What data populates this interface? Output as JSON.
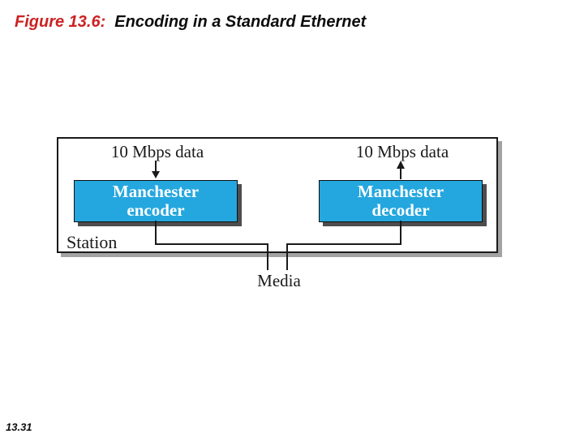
{
  "slide": {
    "figure_label": "Figure 13.6:",
    "figure_title": "Encoding in a Standard Ethernet",
    "page_number": "13.31"
  },
  "diagram": {
    "encoder_input_label": "10 Mbps data",
    "decoder_output_label": "10 Mbps data",
    "encoder": {
      "line1": "Manchester",
      "line2": "encoder"
    },
    "decoder": {
      "line1": "Manchester",
      "line2": "decoder"
    },
    "station_label": "Station",
    "media_label": "Media"
  },
  "colors": {
    "title_red": "#CC2222",
    "box_blue": "#24A7DE",
    "line_black": "#1A1A1A",
    "station_shadow_gray": "#A3A3A3",
    "codec_shadow_gray": "#4D4D4D"
  }
}
